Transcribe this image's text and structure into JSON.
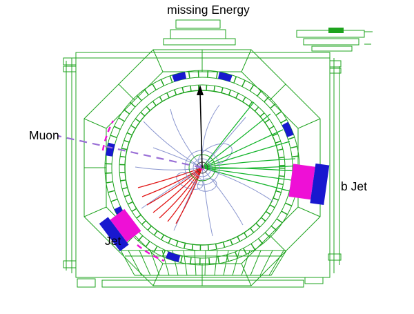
{
  "labels": {
    "missing_energy": "missing Energy",
    "muon": "Muon",
    "b_jet": "b Jet",
    "jet": "Jet"
  },
  "colors": {
    "background": "#ffffff",
    "detector": "#1ea31e",
    "track-blue": "#8a96cf",
    "track-red": "#e11414",
    "track-green": "#12b42a",
    "muon-track": "#9a6fd6",
    "magenta": "#ee10d6",
    "deposit-blue": "#1818cf",
    "arrow-black": "#000000",
    "text": "#000000"
  }
}
